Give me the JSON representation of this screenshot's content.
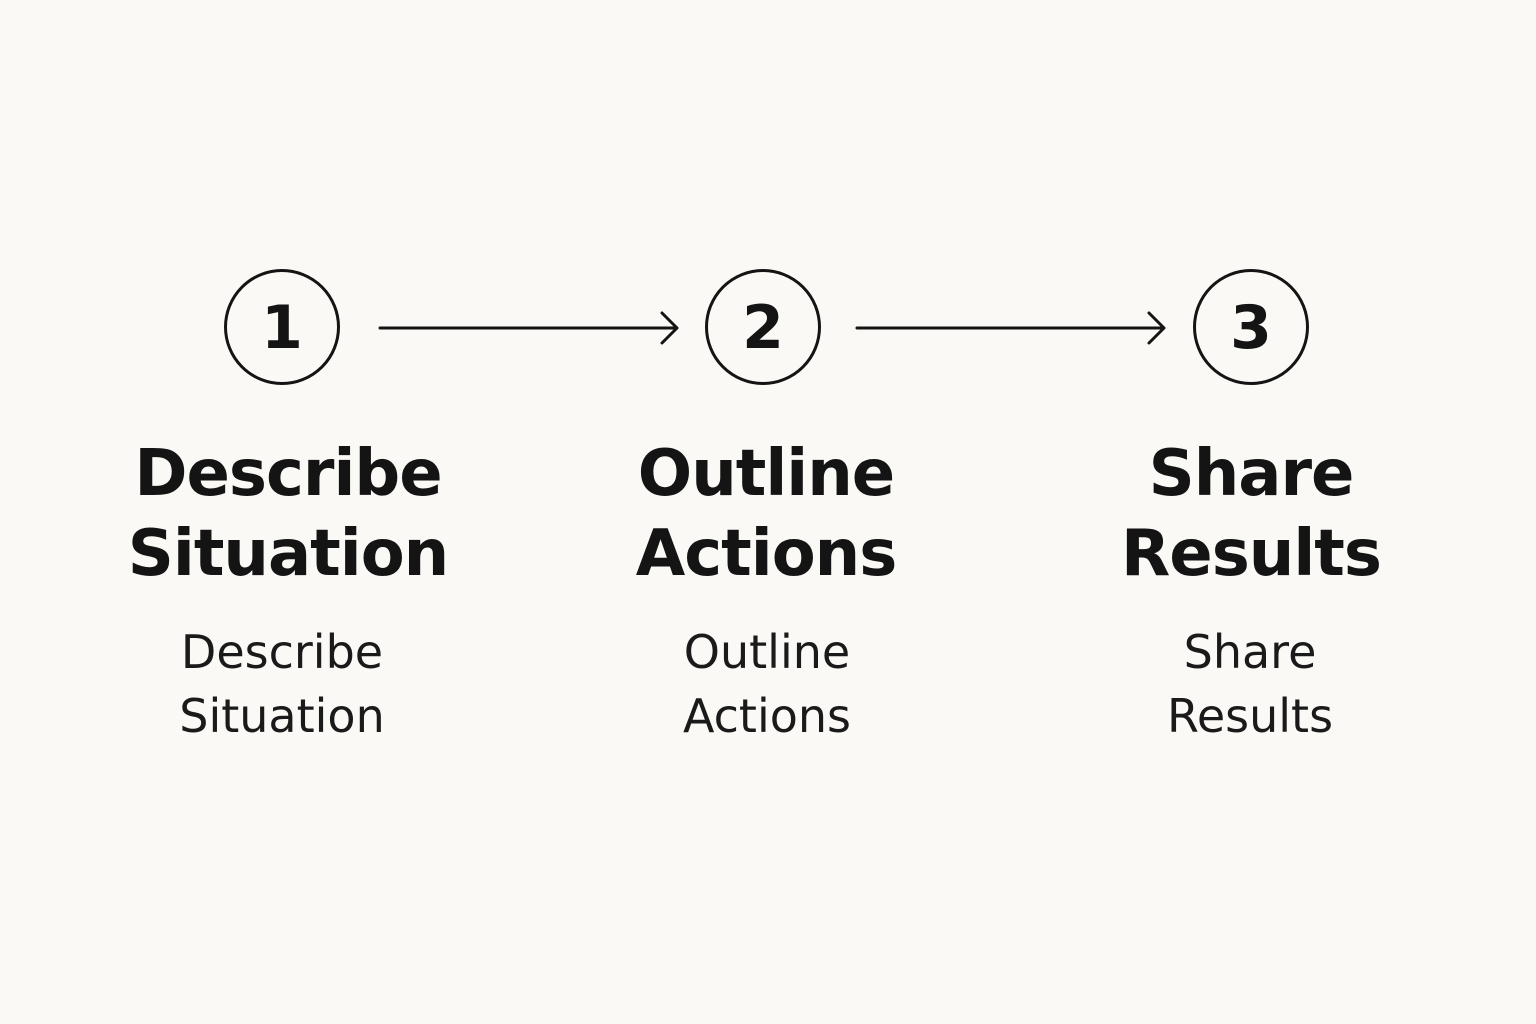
{
  "colors": {
    "background": "#faf9f5",
    "ink": "#141414"
  },
  "steps": [
    {
      "number": "1",
      "title_line1": "Describe",
      "title_line2": "Situation",
      "subtitle_line1": "Describe",
      "subtitle_line2": "Situation"
    },
    {
      "number": "2",
      "title_line1": "Outline",
      "title_line2": "Actions",
      "subtitle_line1": "Outline",
      "subtitle_line2": "Actions"
    },
    {
      "number": "3",
      "title_line1": "Share",
      "title_line2": "Results",
      "subtitle_line1": "Share",
      "subtitle_line2": "Results"
    }
  ],
  "connectors": [
    {
      "from": "1",
      "to": "2",
      "icon": "arrow-right-icon"
    },
    {
      "from": "2",
      "to": "3",
      "icon": "arrow-right-icon"
    }
  ]
}
